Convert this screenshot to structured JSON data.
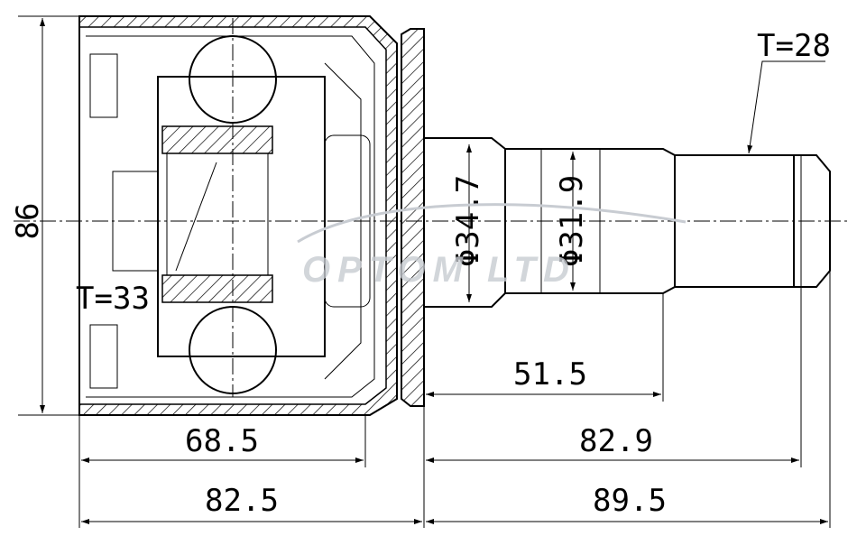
{
  "drawing": {
    "title": "CV joint outer dimensions",
    "watermark": "OPTOM LTD",
    "dimensions": {
      "overall_height": "86",
      "inner_diameter_large": "Φ34.7",
      "inner_diameter_small": "Φ31.9",
      "housing_length": "68.5",
      "left_length": "82.5",
      "shaft_length": "51.5",
      "stem_length": "82.9",
      "right_length": "89.5",
      "spline_teeth_outer": "T=28",
      "spline_teeth_inner": "T=33"
    }
  }
}
